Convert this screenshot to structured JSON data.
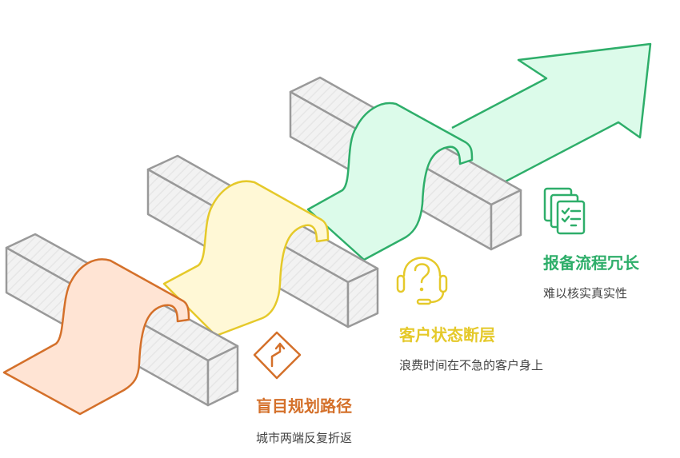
{
  "colors": {
    "orange": "#D4702A",
    "yellow": "#E5C92A",
    "green": "#2EAE6A",
    "block_stroke": "#999999"
  },
  "items": [
    {
      "title": "盲目规划路径",
      "desc": "城市两端反复折返",
      "icon": "road-sign-icon"
    },
    {
      "title": "客户状态断层",
      "desc": "浪费时间在不急的客户身上",
      "icon": "headset-question-icon"
    },
    {
      "title": "报备流程冗长",
      "desc": "难以核实真实性",
      "icon": "checklist-documents-icon"
    }
  ]
}
